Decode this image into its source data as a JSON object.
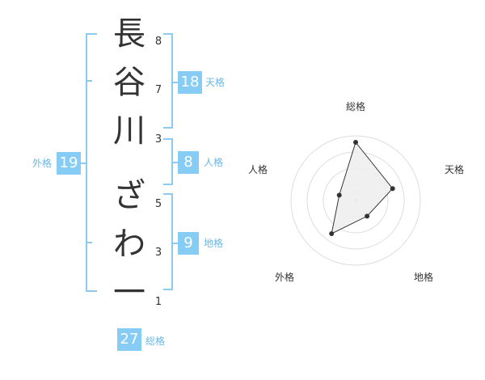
{
  "name": {
    "characters": [
      "長",
      "谷",
      "川",
      "ざ",
      "わ",
      "一"
    ],
    "strokes": [
      "8",
      "7",
      "3",
      "5",
      "3",
      "1"
    ]
  },
  "kaku": {
    "tenkaku": {
      "value": "18",
      "label": "天格"
    },
    "jinkaku": {
      "value": "8",
      "label": "人格"
    },
    "chikaku": {
      "value": "9",
      "label": "地格"
    },
    "gaikaku": {
      "value": "19",
      "label": "外格"
    },
    "soukaku": {
      "value": "27",
      "label": "総格"
    }
  },
  "chart_data": {
    "type": "radar",
    "axes": [
      "総格",
      "天格",
      "地格",
      "外格",
      "人格"
    ],
    "values": [
      27,
      18,
      9,
      19,
      8
    ]
  },
  "colors": {
    "accent": "#86ccf5",
    "bracket": "#8ccbee",
    "label": "#6ab7e6",
    "text": "#333333",
    "grid": "#dddddd",
    "fill": "#eeeeee"
  }
}
